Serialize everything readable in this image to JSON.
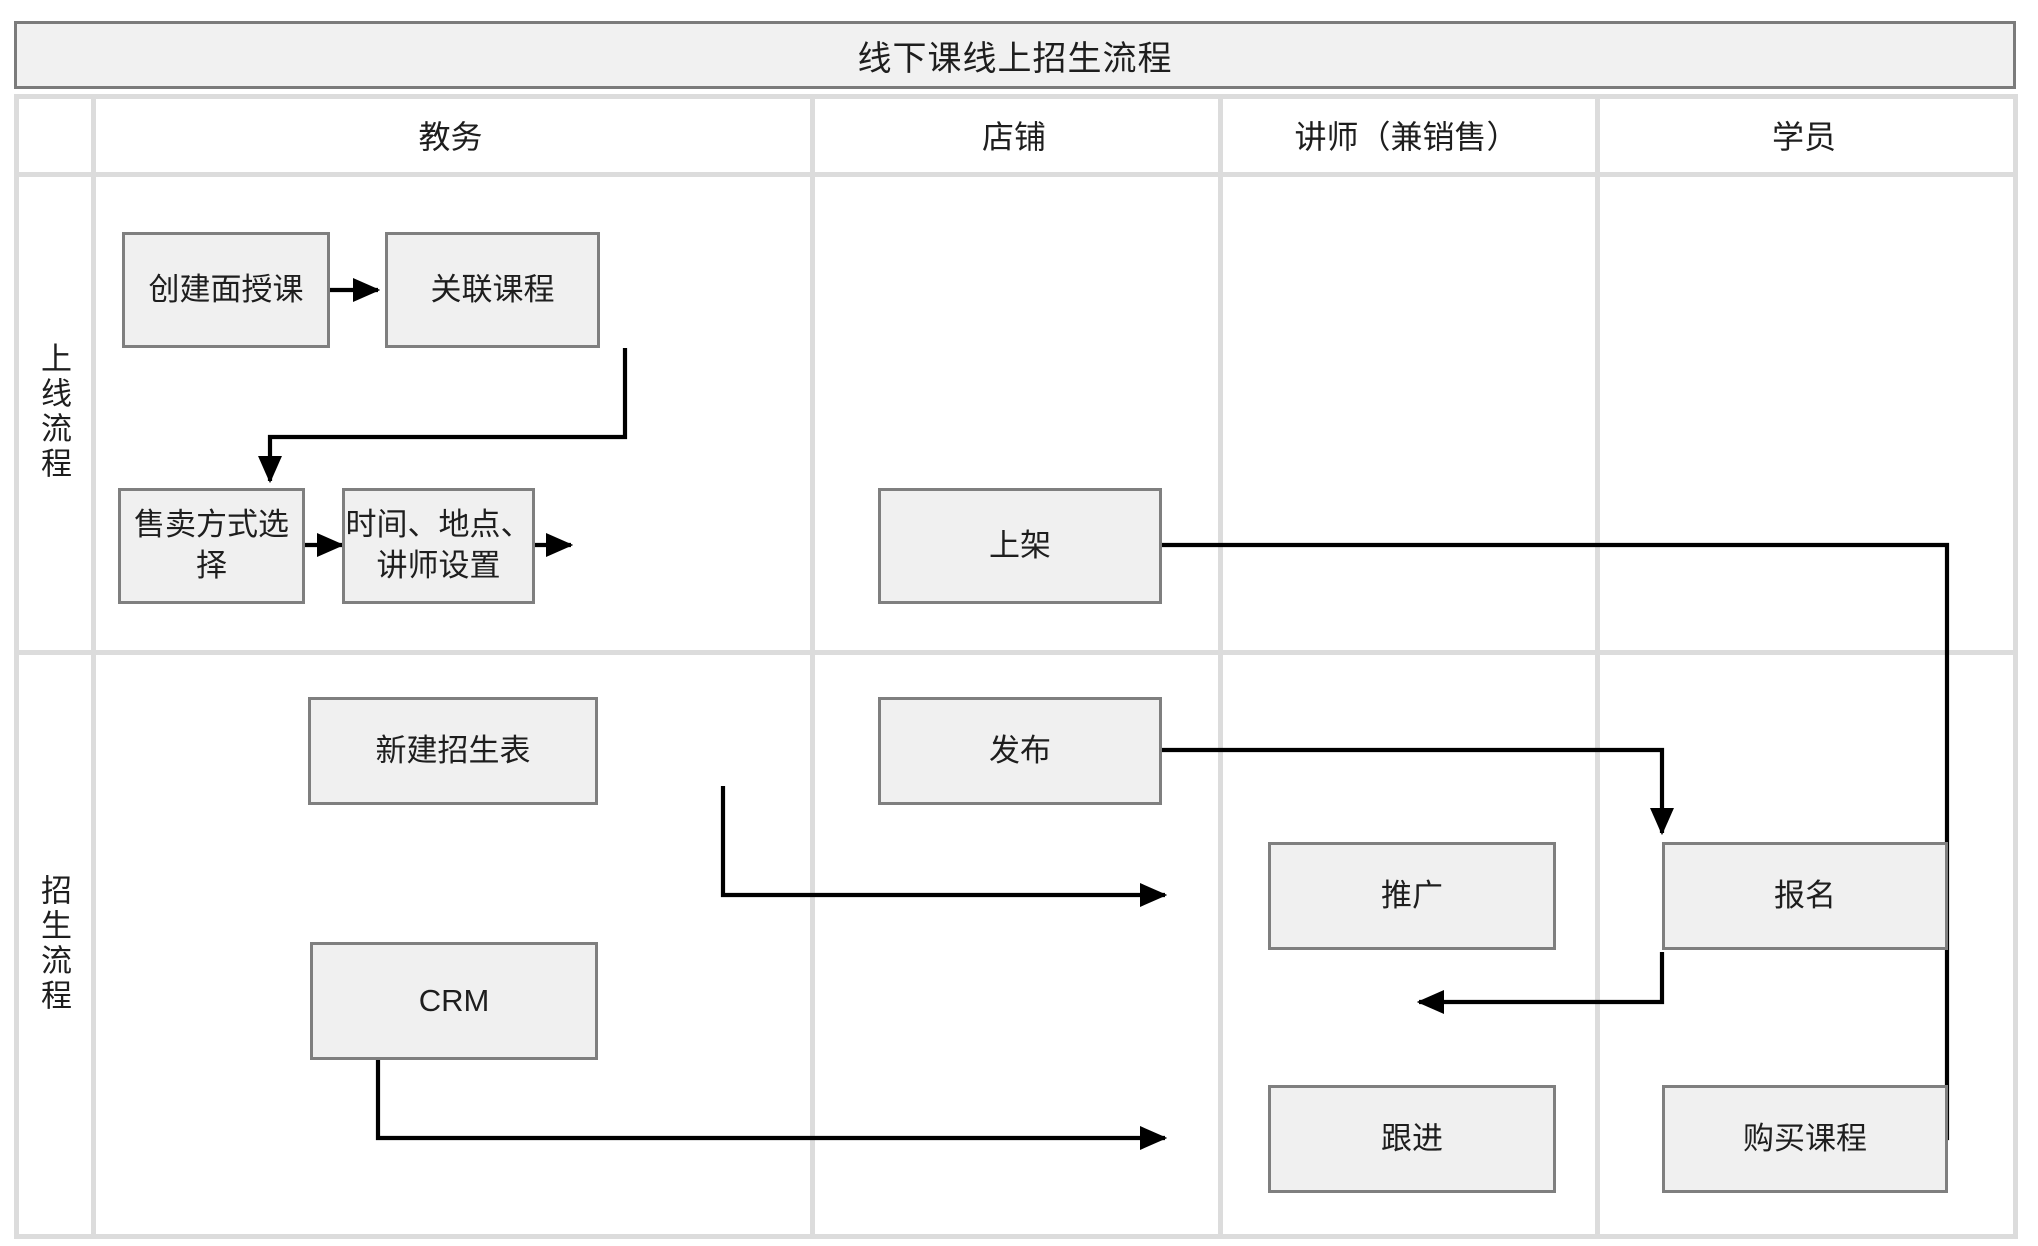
{
  "diagram": {
    "title": "线下课线上招生流程",
    "columns": [
      {
        "key": "jiaowu",
        "label": "教务"
      },
      {
        "key": "dianpu",
        "label": "店铺"
      },
      {
        "key": "jiangshi",
        "label": "讲师（兼销售）"
      },
      {
        "key": "xueyuan",
        "label": "学员"
      }
    ],
    "lanes": [
      {
        "key": "shangxian",
        "label": "上线流程"
      },
      {
        "key": "zhaosheng",
        "label": "招生流程"
      }
    ],
    "nodes": [
      {
        "id": "n1",
        "label": "创建面授课",
        "lane": "上线流程",
        "column": "教务"
      },
      {
        "id": "n2",
        "label": "关联课程",
        "lane": "上线流程",
        "column": "教务"
      },
      {
        "id": "n3",
        "label": "售卖方式选择",
        "lane": "上线流程",
        "column": "教务"
      },
      {
        "id": "n4",
        "label": "时间、地点、\n讲师设置",
        "lane": "上线流程",
        "column": "教务"
      },
      {
        "id": "n5",
        "label": "上架",
        "lane": "上线流程",
        "column": "店铺"
      },
      {
        "id": "n6",
        "label": "新建招生表",
        "lane": "招生流程",
        "column": "教务"
      },
      {
        "id": "n7",
        "label": "发布",
        "lane": "招生流程",
        "column": "店铺"
      },
      {
        "id": "n8",
        "label": "推广",
        "lane": "招生流程",
        "column": "讲师（兼销售）"
      },
      {
        "id": "n9",
        "label": "报名",
        "lane": "招生流程",
        "column": "学员"
      },
      {
        "id": "n10",
        "label": "CRM",
        "lane": "招生流程",
        "column": "教务"
      },
      {
        "id": "n11",
        "label": "跟进",
        "lane": "招生流程",
        "column": "讲师（兼销售）"
      },
      {
        "id": "n12",
        "label": "购买课程",
        "lane": "招生流程",
        "column": "学员"
      }
    ],
    "edges": [
      {
        "from": "创建面授课",
        "to": "关联课程"
      },
      {
        "from": "关联课程",
        "to": "售卖方式选择"
      },
      {
        "from": "售卖方式选择",
        "to": "时间、地点、讲师设置"
      },
      {
        "from": "时间、地点、讲师设置",
        "to": "上架"
      },
      {
        "from": "上架",
        "to": "购买课程"
      },
      {
        "from": "新建招生表",
        "to": "发布"
      },
      {
        "from": "发布",
        "to": "报名"
      },
      {
        "from": "发布",
        "to": "推广"
      },
      {
        "from": "推广",
        "to": "报名"
      },
      {
        "from": "报名",
        "to": "CRM"
      },
      {
        "from": "CRM",
        "to": "跟进"
      },
      {
        "from": "跟进",
        "to": "购买课程"
      }
    ],
    "colors": {
      "node_fill": "#f0f0f0",
      "node_border": "#7f7f7f",
      "title_fill": "#f1f1f1",
      "title_border": "#7b7b7b",
      "grid_line": "#dcdcdc",
      "connector": "#000000",
      "text": "#1e1e1e"
    }
  }
}
